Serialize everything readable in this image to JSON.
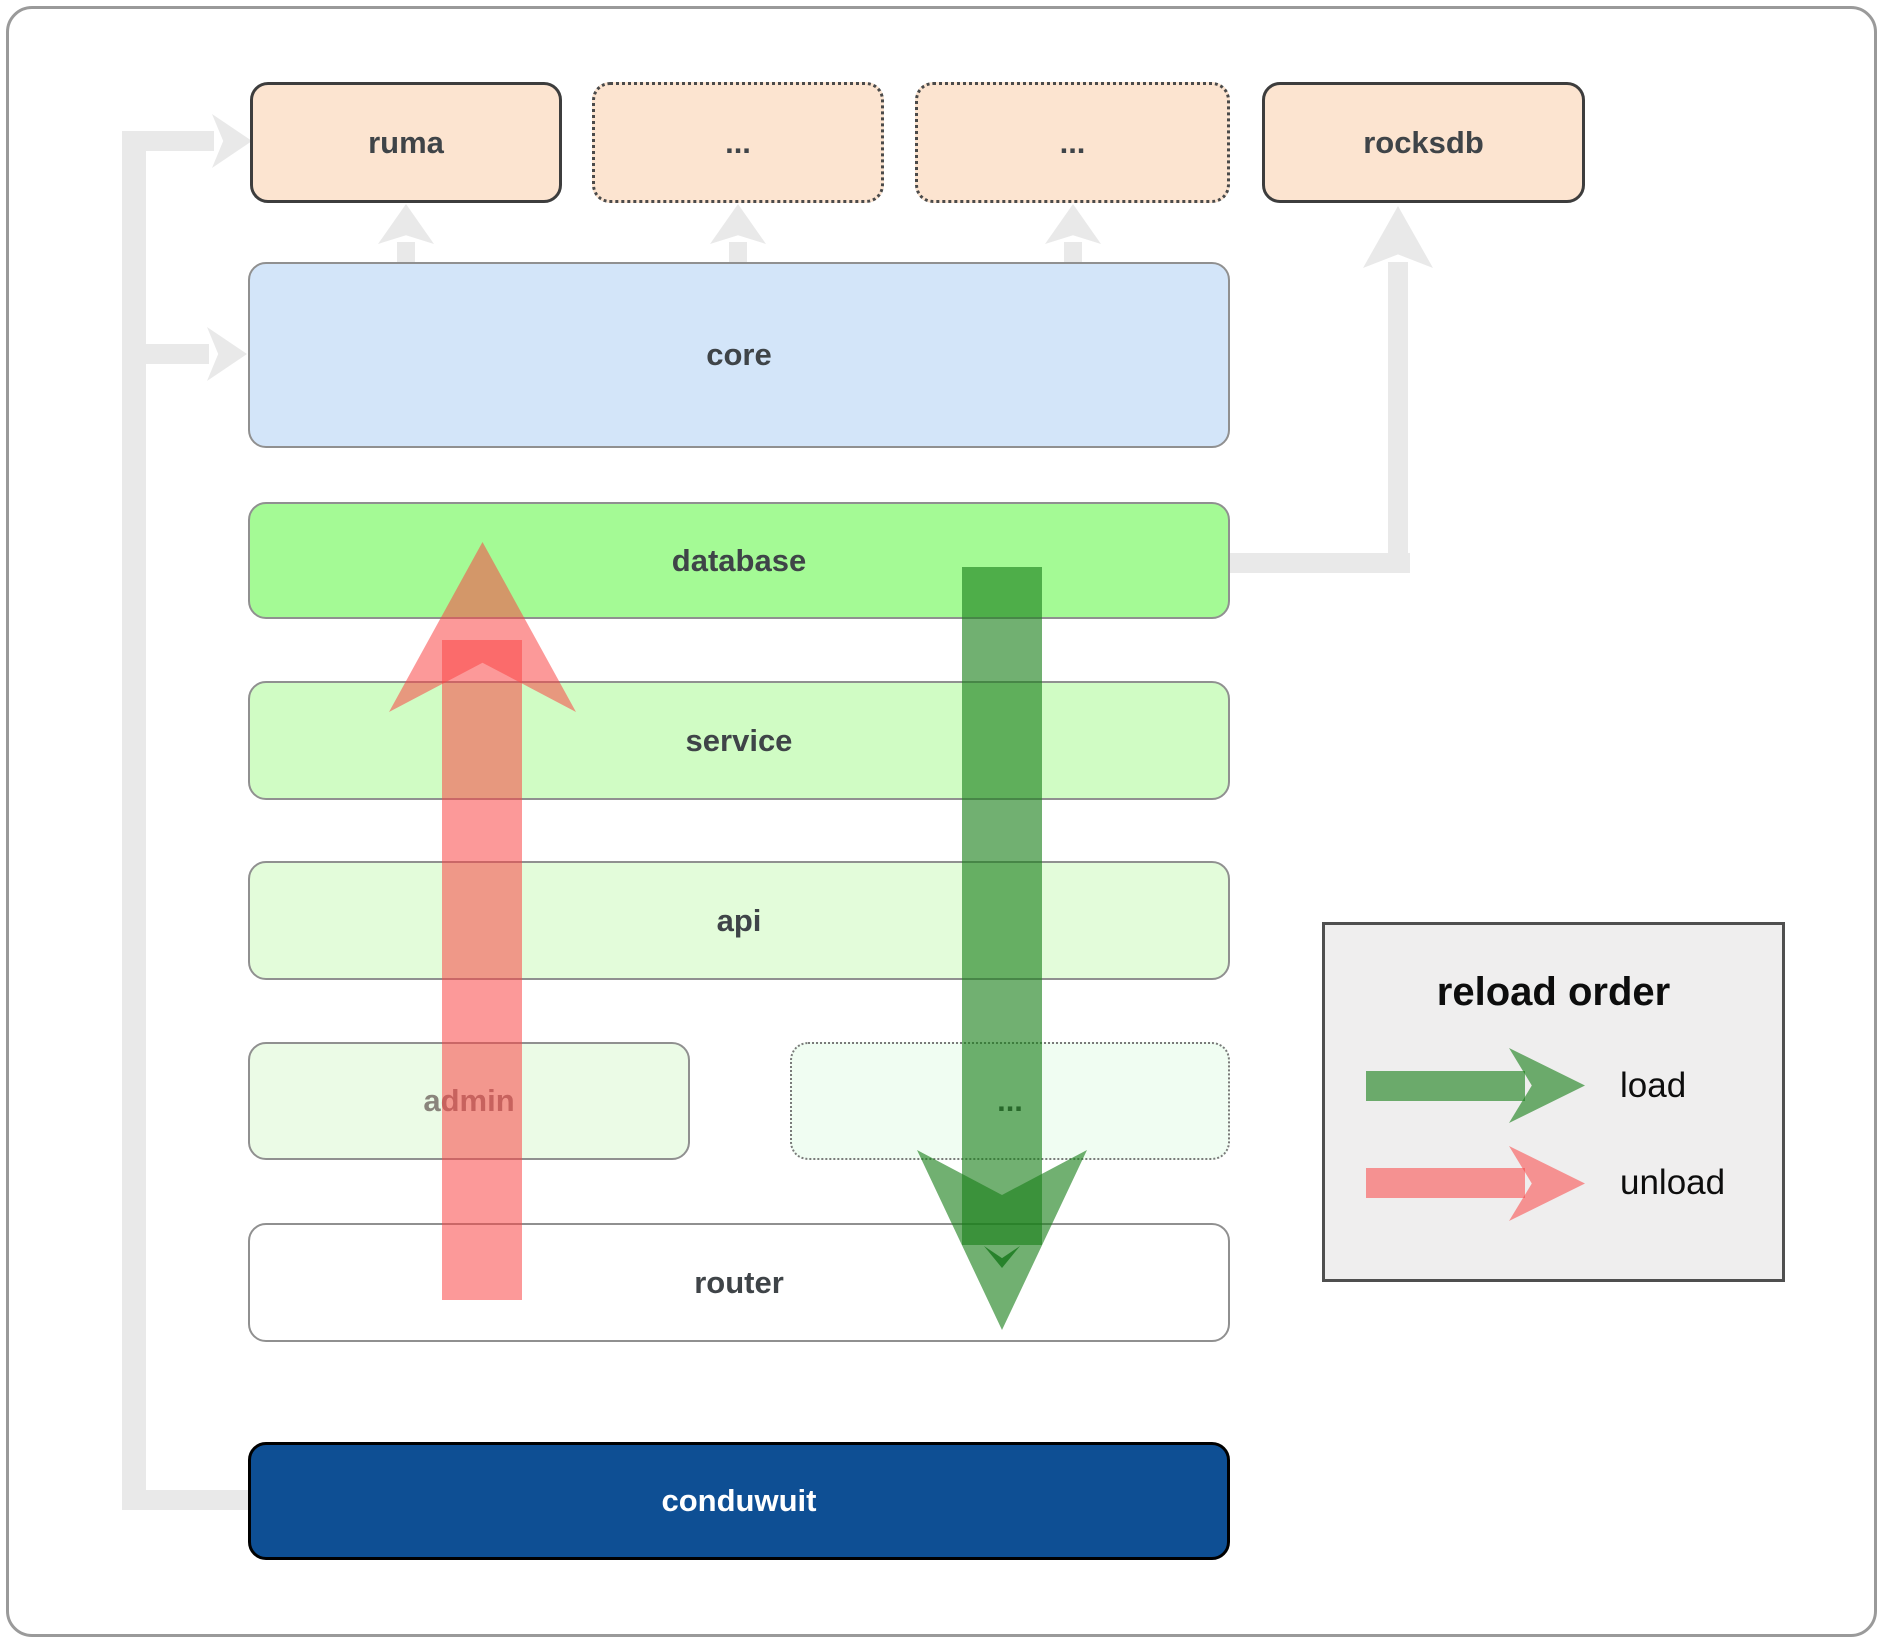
{
  "nodes": {
    "ruma": {
      "label": "ruma"
    },
    "dots_a": {
      "label": "..."
    },
    "dots_b": {
      "label": "..."
    },
    "rocksdb": {
      "label": "rocksdb"
    },
    "core": {
      "label": "core"
    },
    "database": {
      "label": "database"
    },
    "service": {
      "label": "service"
    },
    "api": {
      "label": "api"
    },
    "admin": {
      "label": "admin"
    },
    "admin_dots": {
      "label": "..."
    },
    "router": {
      "label": "router"
    },
    "conduwuit": {
      "label": "conduwuit"
    }
  },
  "edges": [
    {
      "from": "conduwuit",
      "to": "ruma",
      "style": "gray-elbow"
    },
    {
      "from": "conduwuit",
      "to": "core",
      "style": "gray-elbow"
    },
    {
      "from": "core",
      "to": "ruma",
      "style": "gray-arrow"
    },
    {
      "from": "core",
      "to": "dots_a",
      "style": "gray-arrow"
    },
    {
      "from": "core",
      "to": "dots_b",
      "style": "gray-arrow"
    },
    {
      "from": "database",
      "to": "rocksdb",
      "style": "gray-elbow"
    },
    {
      "from": "database",
      "to": "router",
      "style": "fat-green-load"
    },
    {
      "from": "router",
      "to": "database",
      "style": "fat-red-unload"
    }
  ],
  "legend": {
    "title": "reload order",
    "items": [
      {
        "label": "load",
        "color": "green"
      },
      {
        "label": "unload",
        "color": "red"
      }
    ]
  },
  "colors": {
    "load_green": "rgba(26,128,26,0.62)",
    "unload_red": "rgba(250,70,70,0.55)",
    "top_row_peach": "#fce4d0",
    "core_blue": "#d3e5f9",
    "database_green": "#a4fa95",
    "service_green": "#d0fcc4",
    "api_green": "#e3fcda",
    "admin_green": "#ebfbe6",
    "router_white": "#ffffff",
    "conduwuit_navy": "#0e4f94",
    "connector_gray": "#e9e9e9",
    "legend_bg": "#efeeee"
  }
}
